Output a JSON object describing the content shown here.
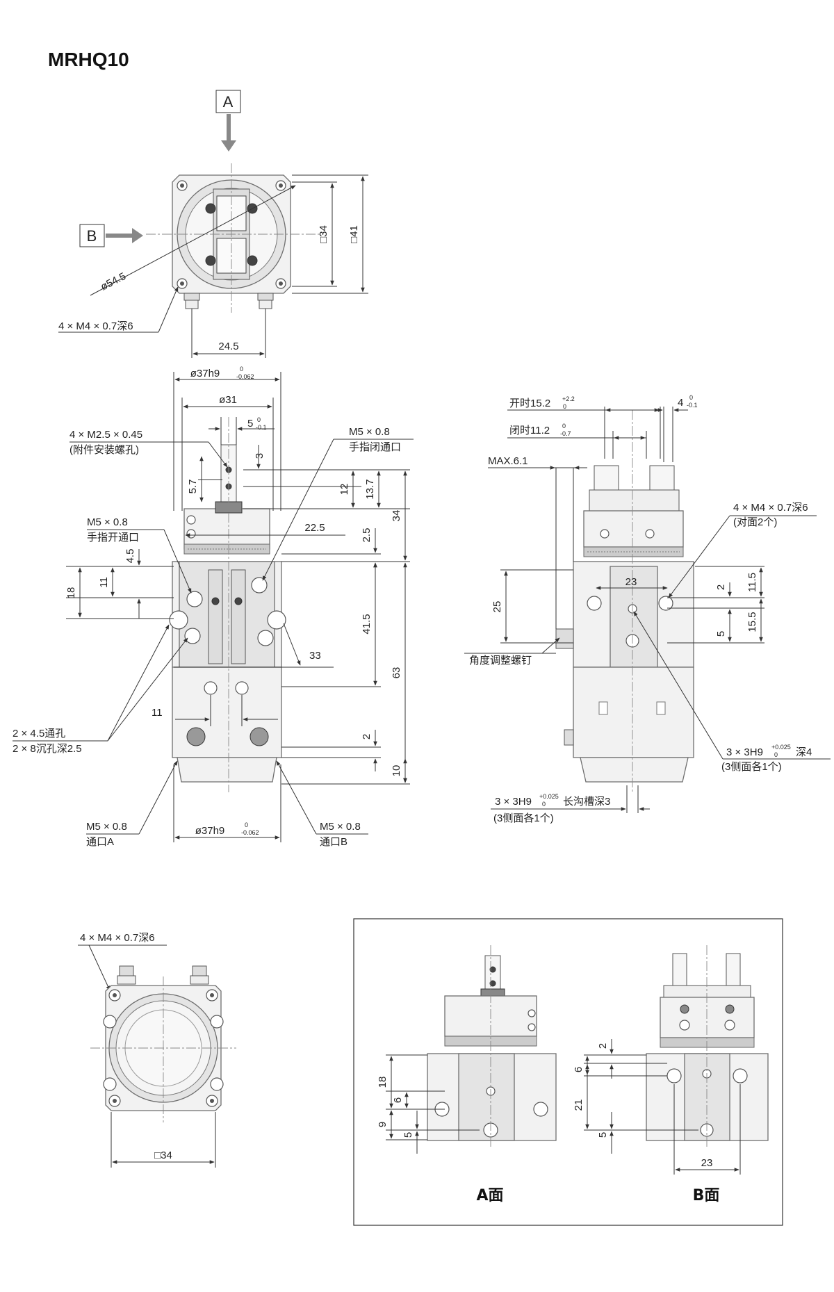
{
  "title": "MRHQ10",
  "view_tags": {
    "a": "A",
    "b": "B"
  },
  "top_view": {
    "dia": "ø54.5",
    "sq34": "□34",
    "sq41": "□41",
    "holes": "4 × M4 × 0.7深6",
    "w245": "24.5"
  },
  "front_view": {
    "d37_top": "ø37h9",
    "d37_tol_top": "0",
    "d37_tol_bot": "-0.062",
    "d31": "ø31",
    "w5": "5",
    "w5_tol_top": "0",
    "w5_tol_bot": "-0.1",
    "m25": "4 × M2.5 × 0.45",
    "m25_note": "(附件安装螺孔)",
    "m5_close": "M5 × 0.8",
    "m5_close_note": "手指闭通口",
    "m5_open": "M5 × 0.8",
    "m5_open_note": "手指开通口",
    "h3": "3",
    "h57": "5.7",
    "h12": "12",
    "h137": "13.7",
    "h34": "34",
    "w225": "22.5",
    "h25": "2.5",
    "h45": "4.5",
    "h11": "11",
    "h18": "18",
    "h415": "41.5",
    "h63": "63",
    "w33": "33",
    "w11": "11",
    "h2": "2",
    "h10": "10",
    "thru": "2 × 4.5通孔",
    "cbore": "2 × 8沉孔深2.5",
    "d37_bot": "ø37h9",
    "d37b_tol_top": "0",
    "d37b_tol_bot": "-0.062",
    "port_a": "M5 × 0.8",
    "port_a_note": "通口A",
    "port_b": "M5 × 0.8",
    "port_b_note": "通口B"
  },
  "side_view": {
    "open_lbl": "开时15.2",
    "open_tol_top": "+2.2",
    "open_tol_bot": "0",
    "close_lbl": "闭时11.2",
    "close_tol_top": "0",
    "close_tol_bot": "-0.7",
    "w4": "4",
    "w4_tol_top": "0",
    "w4_tol_bot": "-0.1",
    "max": "MAX.6.1",
    "m4": "4 × M4 × 0.7深6",
    "m4_note": "(对面2个)",
    "w23": "23",
    "h25": "25",
    "h2": "2",
    "h115": "11.5",
    "h155": "15.5",
    "h5": "5",
    "screw": "角度调整螺钉",
    "h9": "3 × 3H9",
    "h9_tol_top": "+0.025",
    "h9_tol_bot": "0",
    "h9_rest": "深4",
    "h9_note": "(3侧面各1个)",
    "slot": "3 × 3H9",
    "slot_tol_top": "+0.025",
    "slot_tol_bot": "0",
    "slot_rest": "长沟槽深3",
    "slot_note": "(3侧面各1个)"
  },
  "bottom_view": {
    "holes": "4 × M4 × 0.7深6",
    "sq34": "□34"
  },
  "detail_a": {
    "h18": "18",
    "h6": "6",
    "h9": "9",
    "h5": "5",
    "caption": "A面"
  },
  "detail_b": {
    "h2": "2",
    "h6": "6",
    "h21": "21",
    "h5": "5",
    "w23": "23",
    "caption": "B面"
  }
}
